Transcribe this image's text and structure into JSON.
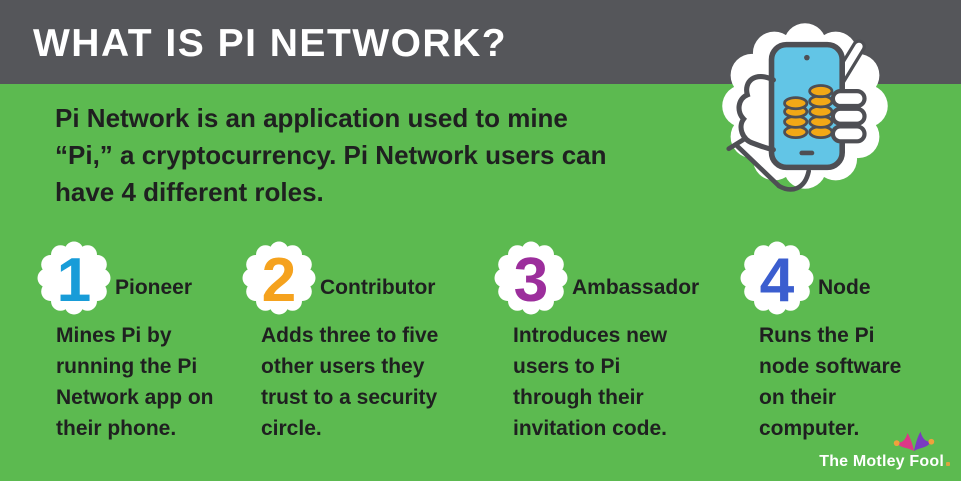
{
  "colors": {
    "header_bg": "#55565A",
    "background_green": "#5CBA50",
    "text_dark": "#1F2020",
    "white": "#FFFFFF",
    "phone_blue": "#62C5E6",
    "coin_gold": "#F2A816",
    "outline_gray": "#4E4F54",
    "hat_pink": "#DC3787",
    "hat_purple": "#7A3BC1",
    "hat_gold": "#F0A13C"
  },
  "icons": {
    "illustration": "hand-holding-phone-with-coins-icon",
    "badge_shape": "scalloped-seal",
    "brand_icon": "jester-hat-icon"
  },
  "header": {
    "title": "WHAT IS PI NETWORK?"
  },
  "intro": {
    "lines": [
      "Pi Network is an application used to mine",
      "“Pi,” a cryptocurrency. Pi Network users can",
      "have 4 different roles."
    ]
  },
  "roles": [
    {
      "number": "1",
      "color": "#189CD8",
      "label": "Pioneer",
      "lines": [
        "Mines Pi by",
        "running the Pi",
        "Network app on",
        "their phone."
      ]
    },
    {
      "number": "2",
      "color": "#F5A21E",
      "label": "Contributor",
      "lines": [
        "Adds three to five",
        "other users they",
        "trust to a security",
        "circle."
      ]
    },
    {
      "number": "3",
      "color": "#9C2E9C",
      "label": "Ambassador",
      "lines": [
        "Introduces new",
        "users to Pi",
        "through their",
        "invitation code."
      ]
    },
    {
      "number": "4",
      "color": "#3B5ECF",
      "label": "Node",
      "lines": [
        "Runs the Pi",
        "node software",
        "on their",
        "computer."
      ]
    }
  ],
  "footer": {
    "brand": "The Motley Fool"
  }
}
